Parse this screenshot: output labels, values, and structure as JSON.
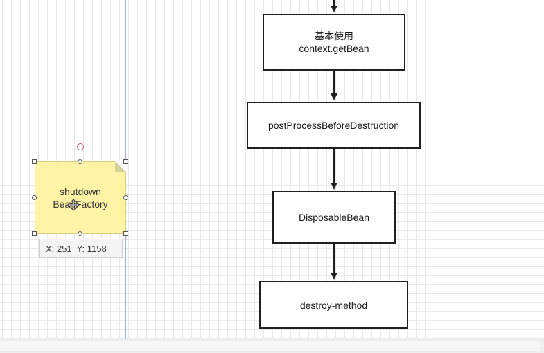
{
  "diagram": {
    "nodes": [
      {
        "id": "get-bean",
        "label": "基本使用\ncontext.getBean"
      },
      {
        "id": "post-process",
        "label": "postProcessBeforeDestruction"
      },
      {
        "id": "disposable",
        "label": "DisposableBean"
      },
      {
        "id": "destroy",
        "label": "destroy-method"
      }
    ],
    "note": {
      "label": "shutdown\nBeanFactory",
      "color": "#fff3a5"
    }
  },
  "coordinate_tooltip": "X: 251  Y: 1158",
  "colors": {
    "note_fill": "#fff3a5",
    "node_border": "#1f1f1f",
    "guide_line": "#9fb8d6",
    "rotation_handle": "#b05a5a"
  },
  "icons": {
    "rotate": "rotate-handle-icon",
    "move": "move-cursor-icon"
  }
}
